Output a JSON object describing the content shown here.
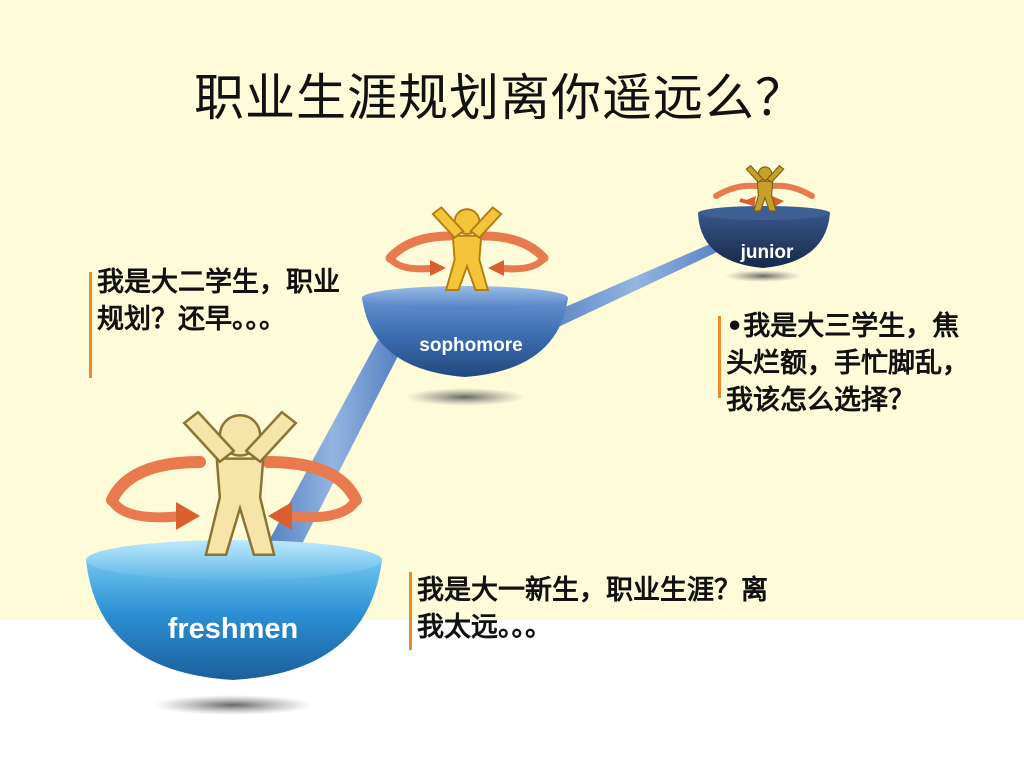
{
  "slide": {
    "title": "职业生涯规划离你遥远么？",
    "colors": {
      "background": "#fdfbd8",
      "bowl_freshmen": "#2b8fd3",
      "bowl_sophomore": "#3d6fb5",
      "bowl_junior": "#203a66",
      "rotation_arrow": "#e97a4e",
      "figure_freshmen": "#f6e4a8",
      "figure_sophomore": "#f4c43a",
      "figure_junior": "#c7a02a",
      "callout_accent": "#e98a2b"
    }
  },
  "stages": {
    "freshmen": "freshmen",
    "sophomore": "sophomore",
    "junior": "junior"
  },
  "callouts": {
    "sophomore": "我是大二学生，职业规划？还早。。。",
    "junior": "•我是大三学生，焦头烂额，手忙脚乱，我该怎么选择？",
    "freshman": "我是大一新生，职业生涯？离我太远。。。"
  }
}
